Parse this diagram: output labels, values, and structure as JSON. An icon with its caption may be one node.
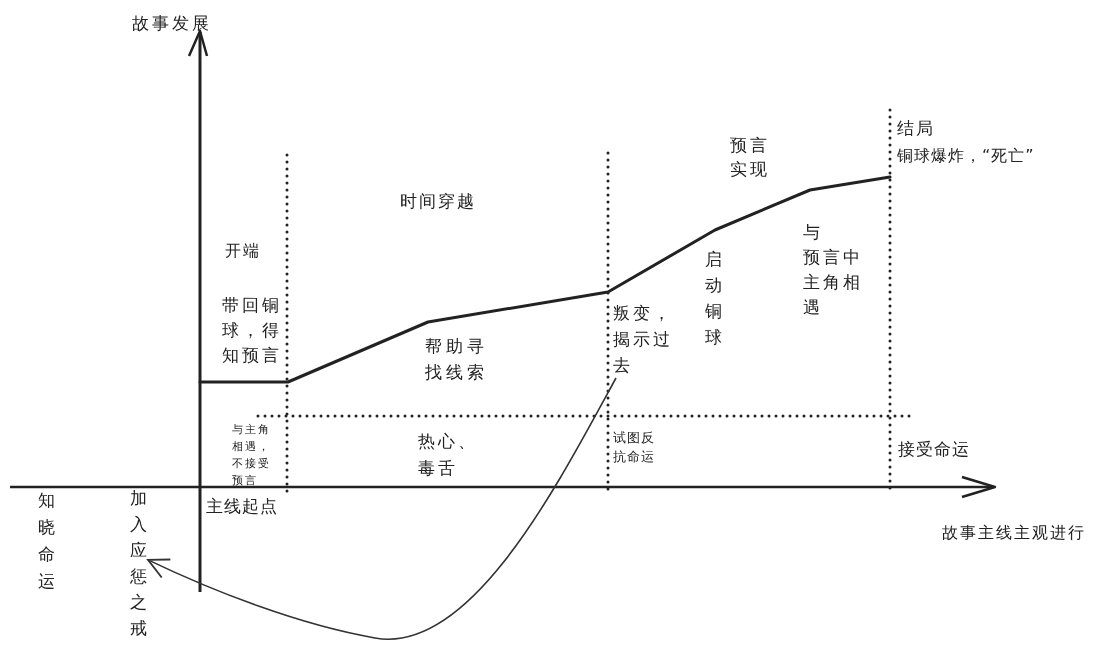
{
  "diagram": {
    "nodes": [
      {
        "text": [
          "叛变，揭示过去"
        ]
      },
      {
        "text": [
          "加入应惩之戒"
        ]
      }
    ],
    "edges": [
      {
        "from": 0,
        "to": 1,
        "arrow": "to"
      }
    ],
    "labels": [
      "故事发展",
      "结局",
      "铜球爆炸，“死亡”",
      "预言实现",
      "时间穿越",
      "开端",
      "带回铜球，得知预言",
      "启动铜球",
      "与预言中主角相遇",
      "帮助寻找线索",
      "与主角相遇，不接受预言",
      "热心、毒舌",
      "试图反抗命运",
      "接受命运",
      "知晓命运",
      "主线起点",
      "故事主线主观进行"
    ]
  }
}
